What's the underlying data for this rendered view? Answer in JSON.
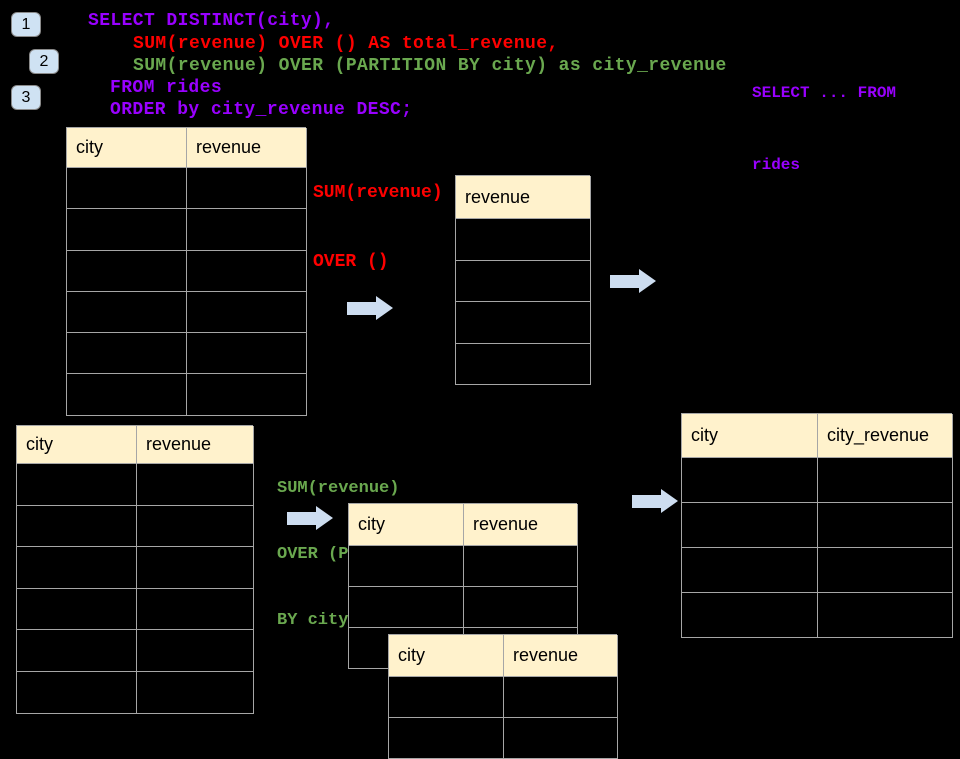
{
  "colors": {
    "background": "#000000",
    "sql_purple": "#9900ff",
    "sql_red": "#ff0000",
    "sql_green": "#6aa84f",
    "table_header_fill": "#fff2cc",
    "table_border": "#a6a6a6",
    "arrow_fill": "#cdddf0",
    "badge_fill": "#cfe2f3"
  },
  "steps": [
    {
      "label": "1"
    },
    {
      "label": "2"
    },
    {
      "label": "3"
    }
  ],
  "sql_code": {
    "lines": [
      {
        "text": "SELECT DISTINCT(city),",
        "color": "#9900ff"
      },
      {
        "text": "SUM(revenue) OVER () AS total_revenue,",
        "color": "#ff0000"
      },
      {
        "text": "SUM(revenue) OVER (PARTITION BY city) as city_revenue",
        "color": "#6aa84f"
      },
      {
        "text": "FROM rides",
        "color": "#9900ff"
      },
      {
        "text": "ORDER by city_revenue DESC;",
        "color": "#9900ff"
      }
    ]
  },
  "side_note": {
    "line1": "SELECT ... FROM",
    "line2": "rides",
    "color": "#9900ff"
  },
  "annotations": {
    "total_revenue_label": {
      "line1": "SUM(revenue)",
      "line2": "OVER ()",
      "color": "#ff0000"
    },
    "partition_label": {
      "line1": "SUM(revenue)",
      "line2": "OVER (PARTITION",
      "line3": "BY city)",
      "color": "#6aa84f"
    }
  },
  "tables": {
    "source_top": {
      "headers": [
        "city",
        "revenue"
      ],
      "empty_body_rows": 6
    },
    "total_result": {
      "headers": [
        "revenue"
      ],
      "empty_body_rows": 4
    },
    "source_bottom": {
      "headers": [
        "city",
        "revenue"
      ],
      "empty_body_rows": 6
    },
    "partition_mid": {
      "headers": [
        "city",
        "revenue"
      ],
      "empty_body_rows": 3
    },
    "partition_overlap": {
      "headers": [
        "city",
        "revenue"
      ],
      "empty_body_rows": 2
    },
    "city_revenue_result": {
      "headers": [
        "city",
        "city_revenue"
      ],
      "empty_body_rows": 4
    }
  }
}
